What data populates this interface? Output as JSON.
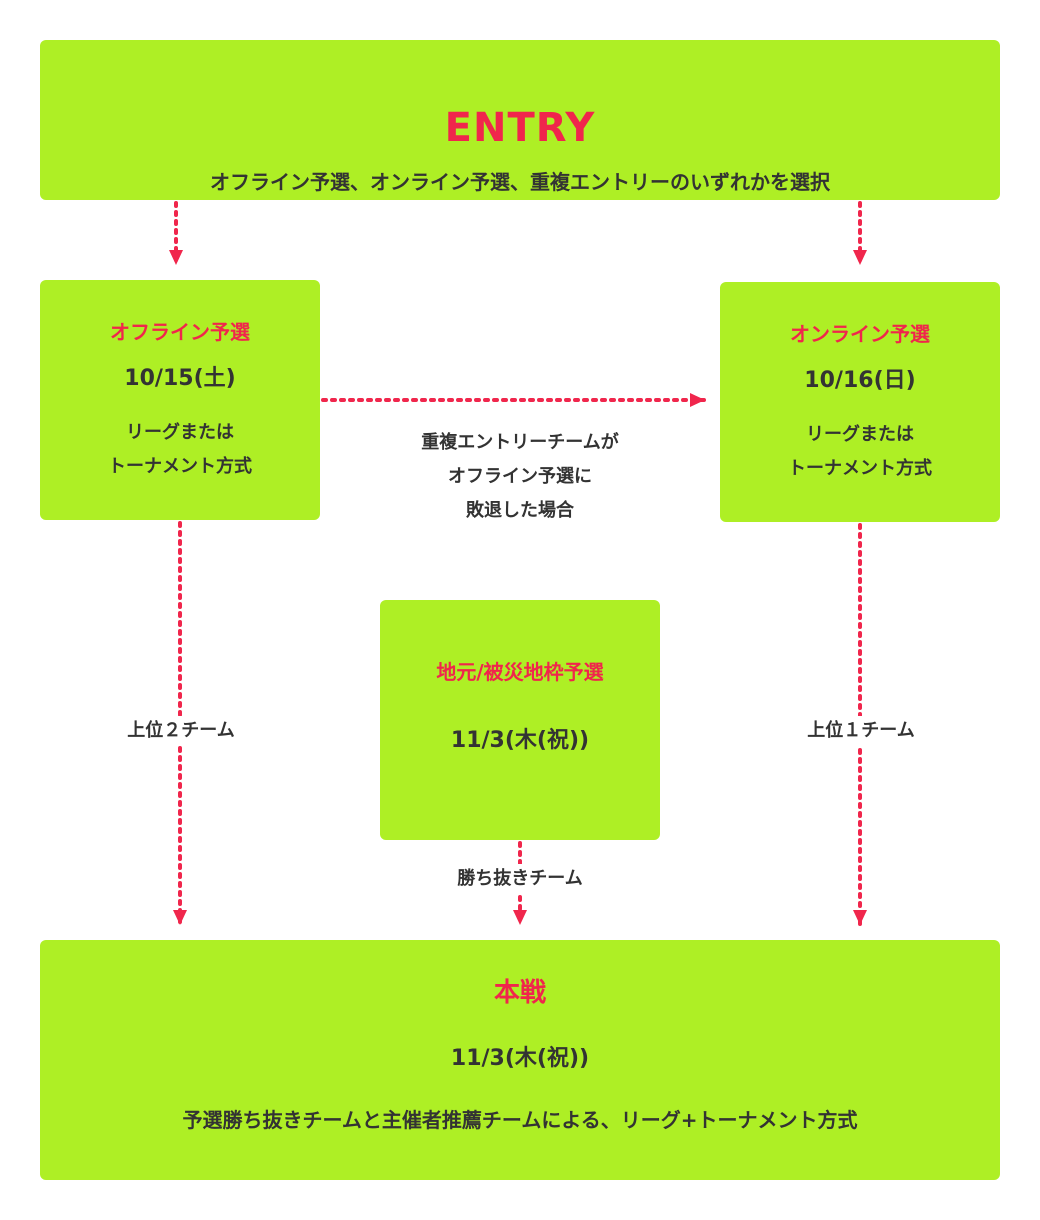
{
  "entry": {
    "title": "ENTRY",
    "description": "オフライン予選、オンライン予選、重複エントリーのいずれかを選択"
  },
  "offline": {
    "title": "オフライン予選",
    "date": "10/15(土)",
    "format": "リーグまたは\nトーナメント方式"
  },
  "online": {
    "title": "オンライン予選",
    "date": "10/16(日)",
    "format": "リーグまたは\nトーナメント方式"
  },
  "local": {
    "title": "地元/被災地枠予選",
    "date": "11/3(木(祝))"
  },
  "main": {
    "title": "本戦",
    "date": "11/3(木(祝))",
    "description": "予選勝ち抜きチームと主催者推薦チームによる、リーグ+トーナメント方式"
  },
  "labels": {
    "duplicate": "重複エントリーチームが\nオフライン予選に\n敗退した場合",
    "top2": "上位２チーム",
    "top1": "上位１チーム",
    "winners": "勝ち抜きチーム"
  },
  "colors": {
    "box": "#aeef25",
    "accent": "#f0264c",
    "text": "#333333"
  }
}
